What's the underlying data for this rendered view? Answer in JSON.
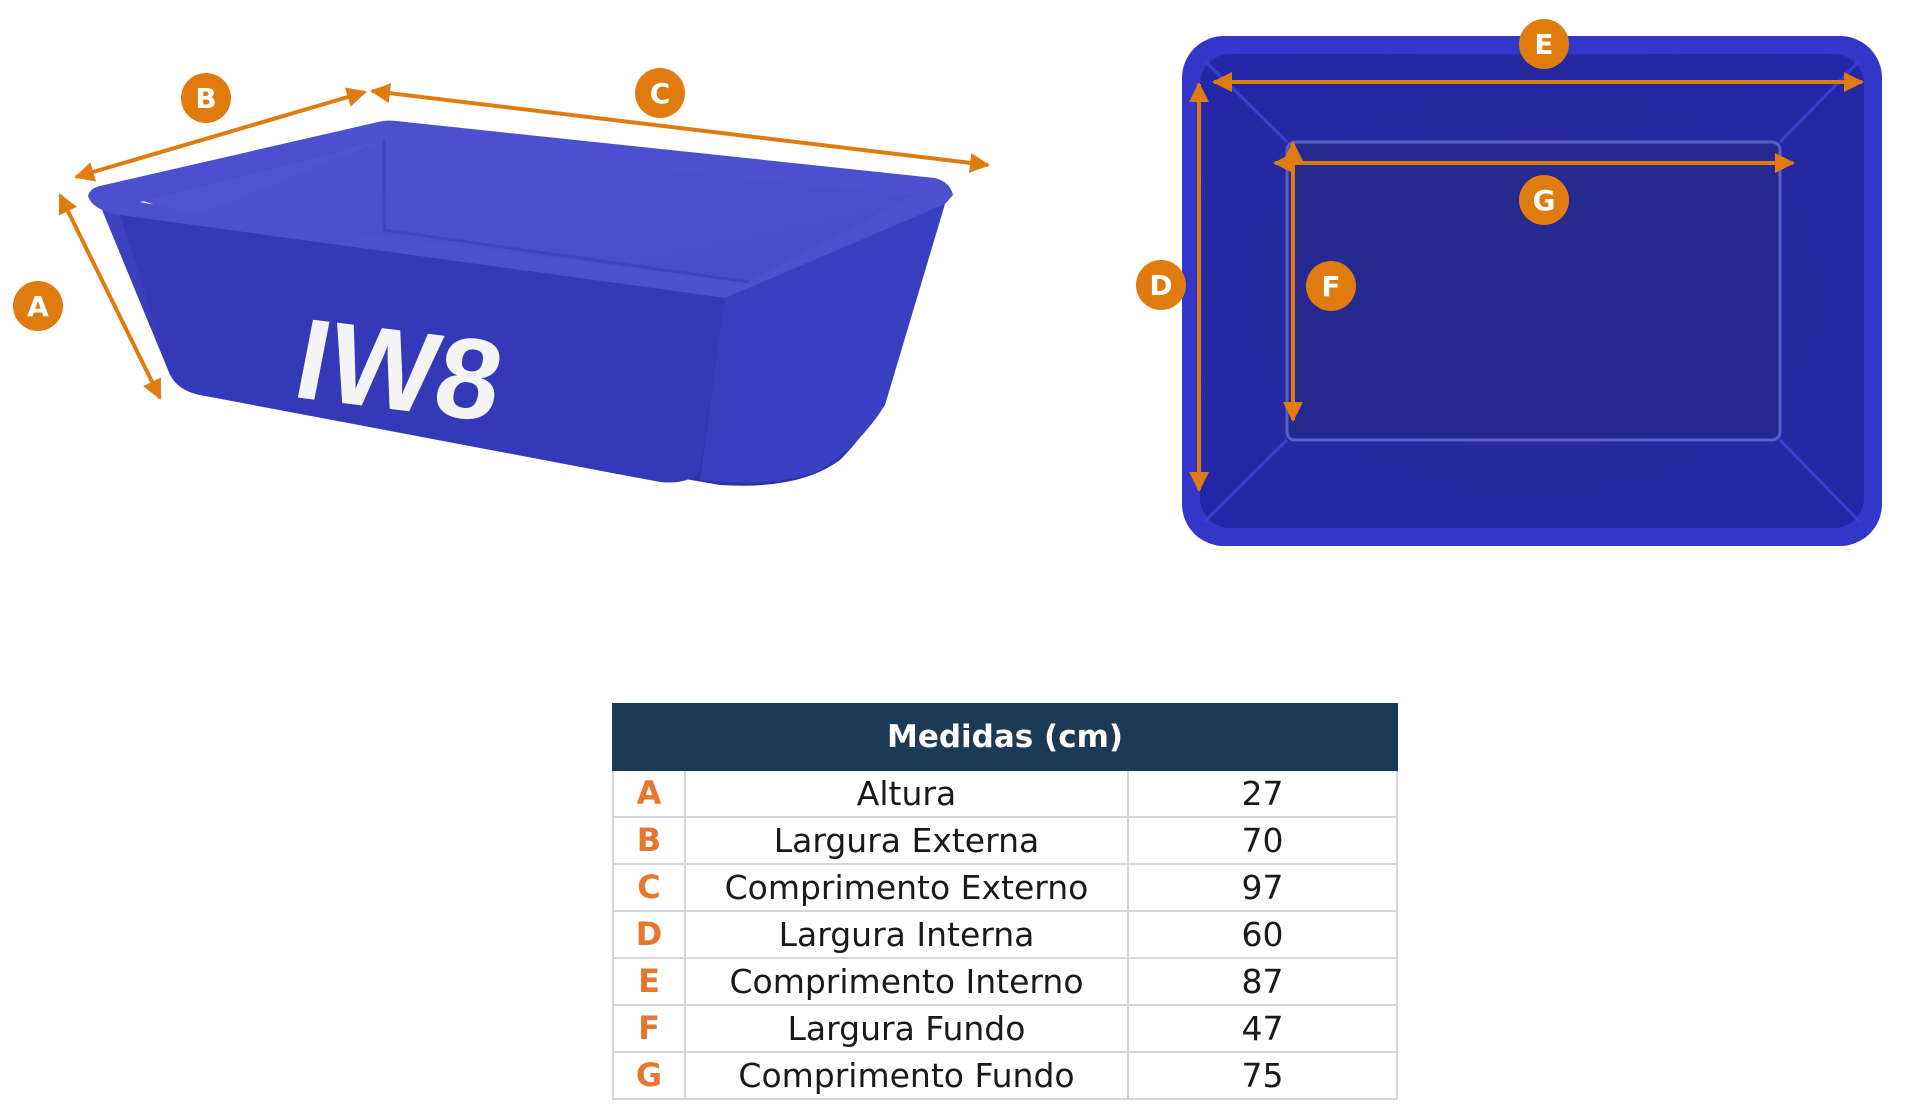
{
  "accent_color": "#e07b0f",
  "product_color": "#3a3fc6",
  "header_color": "#1b3a56",
  "brand_mark": "IW8",
  "labels": [
    "A",
    "B",
    "C",
    "D",
    "E",
    "F",
    "G"
  ],
  "table": {
    "title": "Medidas (cm)",
    "rows": [
      {
        "letter": "A",
        "name": "Altura",
        "value": "27"
      },
      {
        "letter": "B",
        "name": "Largura Externa",
        "value": "70"
      },
      {
        "letter": "C",
        "name": "Comprimento Externo",
        "value": "97"
      },
      {
        "letter": "D",
        "name": "Largura Interna",
        "value": "60"
      },
      {
        "letter": "E",
        "name": "Comprimento Interno",
        "value": "87"
      },
      {
        "letter": "F",
        "name": "Largura Fundo",
        "value": "47"
      },
      {
        "letter": "G",
        "name": "Comprimento Fundo",
        "value": "75"
      }
    ]
  }
}
